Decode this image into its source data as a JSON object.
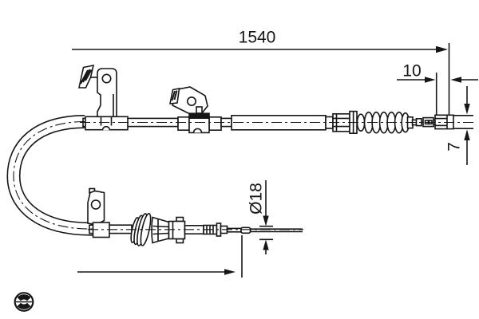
{
  "drawing": {
    "labels": {
      "overall_length": "1540",
      "end_offset": "10",
      "end_diameter": "7",
      "grommet_diameter": "Ø18"
    },
    "colors": {
      "line": "#161616",
      "background": "#ffffff"
    },
    "icons": {
      "logo": "bosch-armature-logo"
    }
  }
}
